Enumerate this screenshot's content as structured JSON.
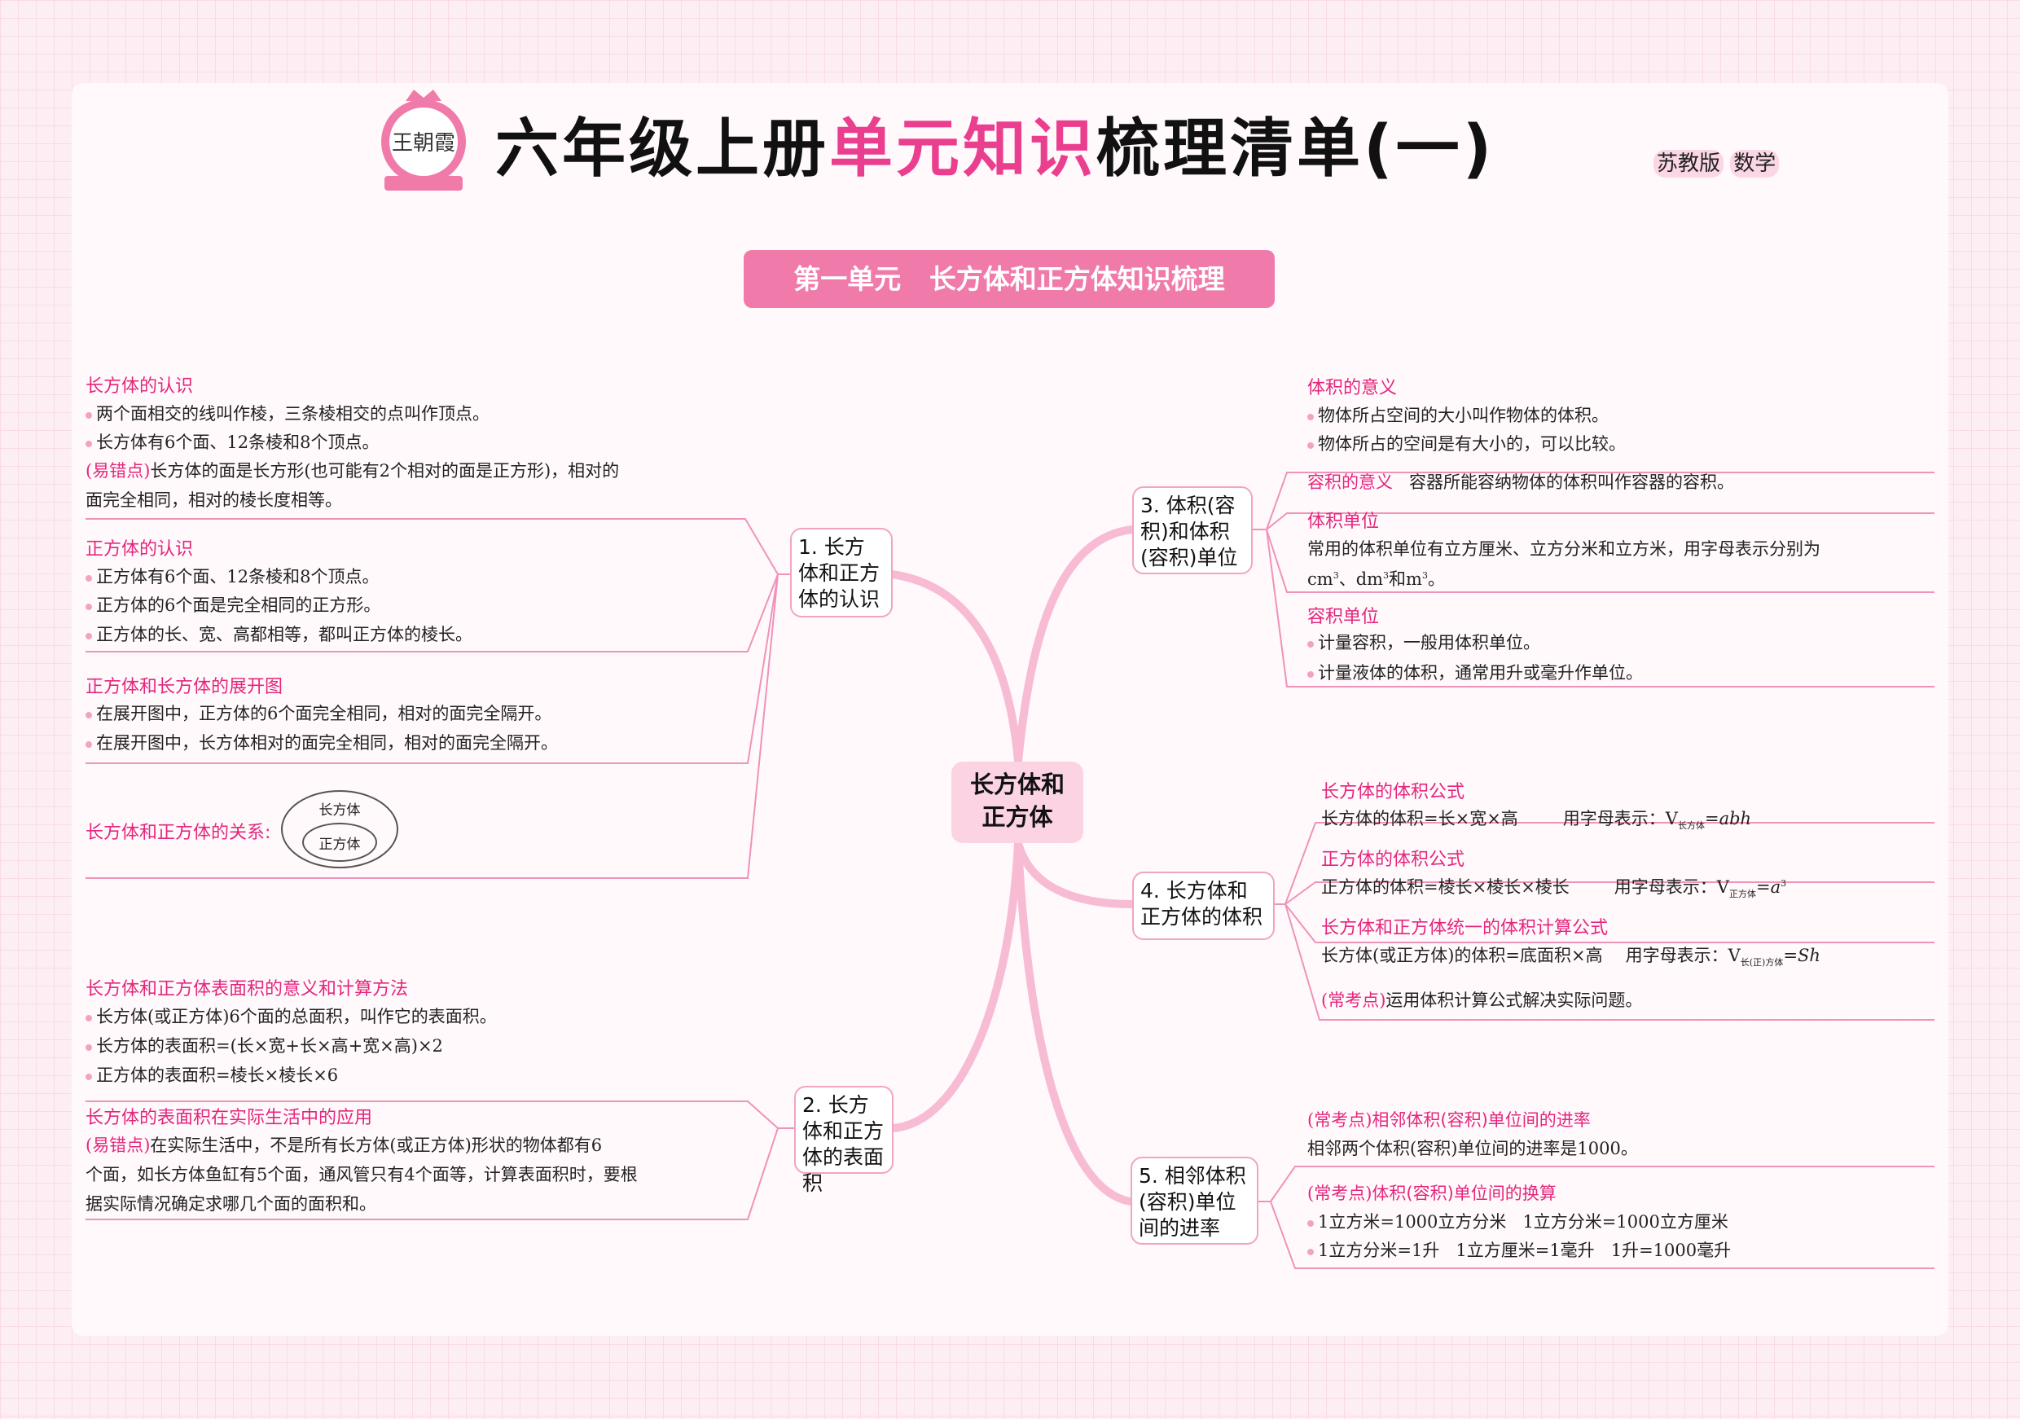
{
  "header": {
    "logo_text": "王朝霞",
    "title_part1": "六年级上册",
    "title_highlight": "单元知识",
    "title_part2": "梳理清单(一)",
    "edition": "苏教版",
    "subject": "数学"
  },
  "unit_banner": {
    "unit": "第一单元",
    "topic": "长方体和正方体知识梳理"
  },
  "center_node": "长方体和正方体",
  "branch1": {
    "label": "1. 长方体和正方体的认识",
    "s1": {
      "heading": "长方体的认识",
      "l1": "两个面相交的线叫作棱，三条棱相交的点叫作顶点。",
      "l2": "长方体有6个面、12条棱和8个顶点。",
      "tag": "(易错点)",
      "l3": "长方体的面是长方形(也可能有2个相对的面是正方形)，相对的",
      "l4": "面完全相同，相对的棱长度相等。"
    },
    "s2": {
      "heading": "正方体的认识",
      "l1": "正方体有6个面、12条棱和8个顶点。",
      "l2": "正方体的6个面是完全相同的正方形。",
      "l3": "正方体的长、宽、高都相等，都叫正方体的棱长。"
    },
    "s3": {
      "heading": "正方体和长方体的展开图",
      "l1": "在展开图中，正方体的6个面完全相同，相对的面完全隔开。",
      "l2": "在展开图中，长方体相对的面完全相同，相对的面完全隔开。"
    },
    "s4": {
      "heading": "长方体和正方体的关系:",
      "outer": "长方体",
      "inner": "正方体"
    }
  },
  "branch2": {
    "label": "2. 长方体和正方体的表面积",
    "s1": {
      "heading": "长方体和正方体表面积的意义和计算方法",
      "l1": "长方体(或正方体)6个面的总面积，叫作它的表面积。",
      "l2": "长方体的表面积=(长×宽+长×高+宽×高)×2",
      "l3": "正方体的表面积=棱长×棱长×6"
    },
    "s2": {
      "heading": "长方体的表面积在实际生活中的应用",
      "tag": "(易错点)",
      "l1": "在实际生活中，不是所有长方体(或正方体)形状的物体都有6",
      "l2": "个面，如长方体鱼缸有5个面，通风管只有4个面等，计算表面积时，要根",
      "l3": "据实际情况确定求哪几个面的面积和。"
    }
  },
  "branch3": {
    "label": "3. 体积(容积)和体积(容积)单位",
    "s1": {
      "heading": "体积的意义",
      "l1": "物体所占空间的大小叫作物体的体积。",
      "l2": "物体所占的空间是有大小的，可以比较。"
    },
    "s2": {
      "heading": "容积的意义",
      "l1": "容器所能容纳物体的体积叫作容器的容积。"
    },
    "s3": {
      "heading": "体积单位",
      "l1": "常用的体积单位有立方厘米、立方分米和立方米，用字母表示分别为",
      "cm": "cm",
      "dm": "dm",
      "and": "和",
      "m": "m",
      "exp": "3",
      "end": "。"
    },
    "s4": {
      "heading": "容积单位",
      "l1": "计量容积，一般用体积单位。",
      "l2": "计量液体的体积，通常用升或毫升作单位。"
    }
  },
  "branch4": {
    "label": "4. 长方体和正方体的体积",
    "s1": {
      "heading": "长方体的体积公式",
      "l1": "长方体的体积=长×宽×高",
      "prefix": "用字母表示：V",
      "sub": "长方体",
      "formula": "=abh"
    },
    "s2": {
      "heading": "正方体的体积公式",
      "l1": "正方体的体积=棱长×棱长×棱长",
      "prefix": "用字母表示：V",
      "sub": "正方体",
      "formula": "=a",
      "exp": "3"
    },
    "s3": {
      "heading": "长方体和正方体统一的体积计算公式",
      "l1": "长方体(或正方体)的体积=底面积×高",
      "prefix": "用字母表示：V",
      "sub": "长(正)方体",
      "formula": "=Sh"
    },
    "s4": {
      "tag": "(常考点)",
      "l1": "运用体积计算公式解决实际问题。"
    }
  },
  "branch5": {
    "label": "5. 相邻体积(容积)单位间的进率",
    "s1": {
      "tag": "(常考点)",
      "heading": "相邻体积(容积)单位间的进率",
      "l1": "相邻两个体积(容积)单位间的进率是1000。"
    },
    "s2": {
      "tag": "(常考点)",
      "heading": "体积(容积)单位间的换算",
      "l1a": "1立方米=1000立方分米",
      "l1b": "1立方分米=1000立方厘米",
      "l2a": "1立方分米=1升",
      "l2b": "1立方厘米=1毫升",
      "l2c": "1升=1000毫升"
    }
  },
  "colors": {
    "accent": "#e4267c",
    "banner": "#f07aaa",
    "line": "#f1a4c4"
  }
}
